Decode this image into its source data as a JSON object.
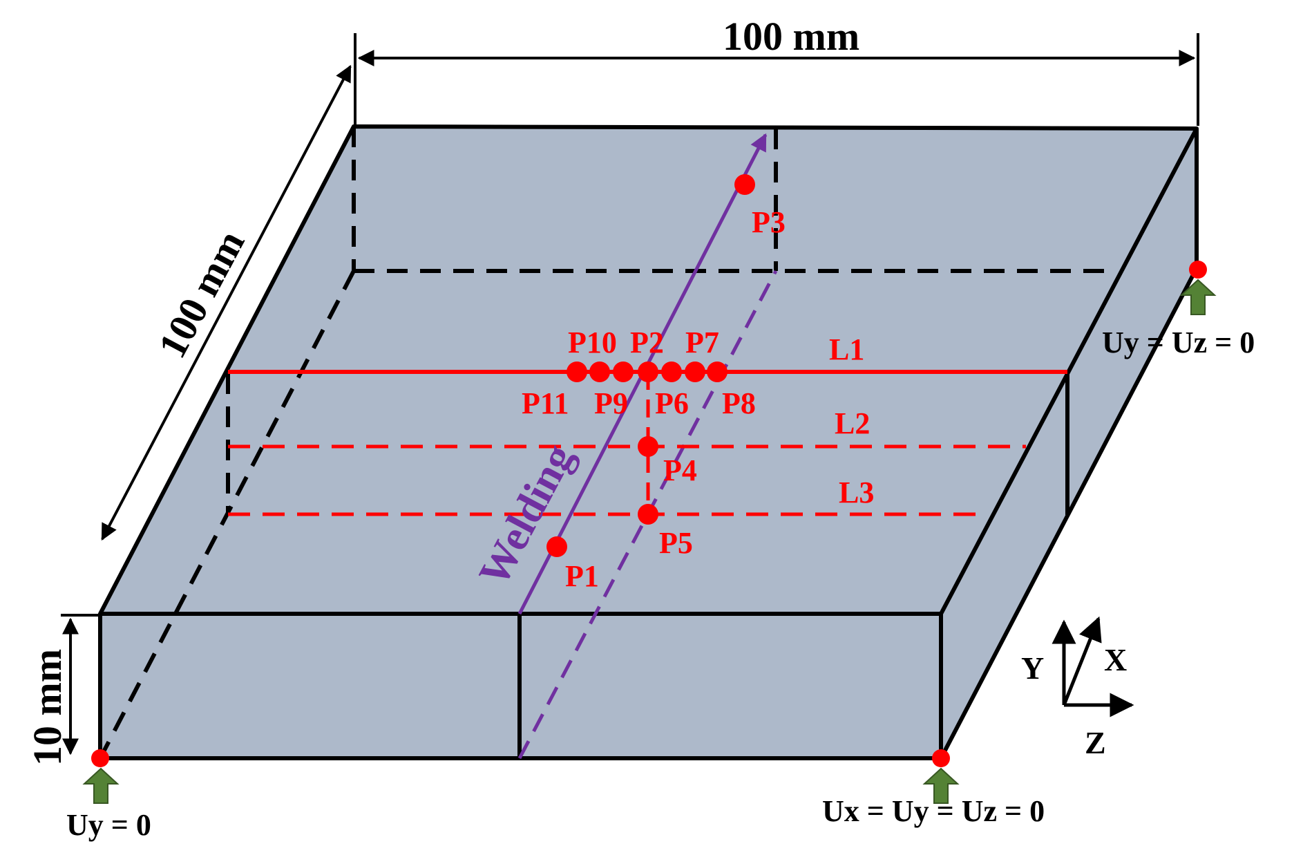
{
  "dimensions": {
    "width": "100 mm",
    "depth": "100 mm",
    "thickness": "10 mm"
  },
  "weld_label": "Welding",
  "lines": [
    {
      "id": "L1",
      "label": "L1"
    },
    {
      "id": "L2",
      "label": "L2"
    },
    {
      "id": "L3",
      "label": "L3"
    }
  ],
  "points": {
    "p1": "P1",
    "p2": "P2",
    "p3": "P3",
    "p4": "P4",
    "p5": "P5",
    "p6": "P6",
    "p7": "P7",
    "p8": "P8",
    "p9": "P9",
    "p10": "P10",
    "p11": "P11"
  },
  "boundary_conditions": {
    "left_front": "Uy = 0",
    "right_front": "Ux = Uy = Uz = 0",
    "right_back": "Uy = Uz = 0"
  },
  "axes": {
    "y": "Y",
    "x": "X",
    "z": "Z"
  },
  "colors": {
    "plate_fill": "#adb9ca",
    "edge": "#000000",
    "measurement": "#ff0000",
    "weld": "#7030a0",
    "support_arrow": "#548235"
  }
}
